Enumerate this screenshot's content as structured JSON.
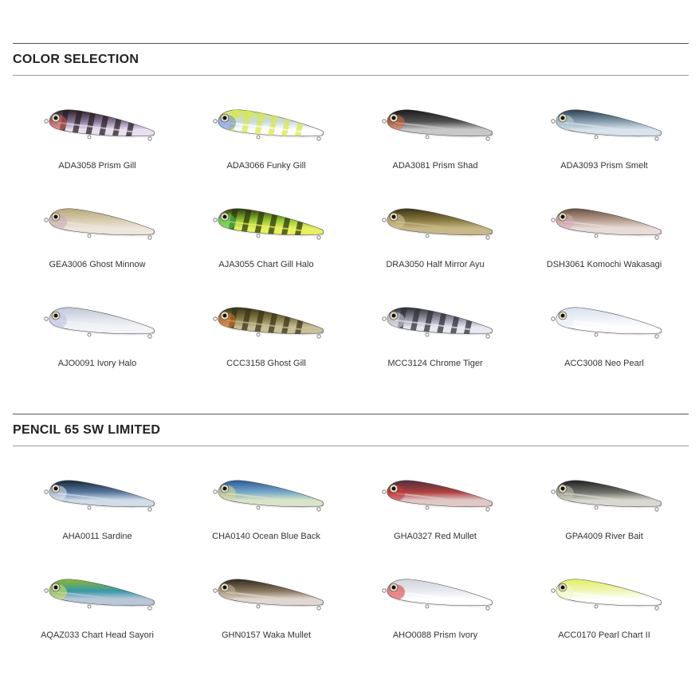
{
  "sections": [
    {
      "title": "COLOR SELECTION",
      "items": [
        {
          "code_name": "ADA3058 Prism Gill",
          "icon": "lure-icon",
          "colors": [
            "#2a1f24",
            "#8a7a9a",
            "#e8e0f0",
            "#d85a50"
          ],
          "bars": true
        },
        {
          "code_name": "ADA3066 Funky Gill",
          "icon": "lure-icon",
          "colors": [
            "#d8e848",
            "#c8d8e8",
            "#ffffff",
            "#6a8ad8"
          ],
          "bars": true
        },
        {
          "code_name": "ADA3081 Prism Shad",
          "icon": "lure-icon",
          "colors": [
            "#1a1a1a",
            "#505050",
            "#c8c8c8",
            "#e07040"
          ],
          "bars": false
        },
        {
          "code_name": "ADA3093 Prism Smelt",
          "icon": "lure-icon",
          "colors": [
            "#2a4050",
            "#8aa0b0",
            "#d8e4ec",
            "#c0d0dc"
          ],
          "bars": false
        },
        {
          "code_name": "GEA3006 Ghost Minnow",
          "icon": "lure-icon",
          "colors": [
            "#b8a878",
            "#d8ccb0",
            "#ece6dc",
            "#c8a8b8"
          ],
          "bars": false
        },
        {
          "code_name": "AJA3055 Chart Gill Halo",
          "icon": "lure-icon",
          "colors": [
            "#2a3a10",
            "#98c830",
            "#e8f060",
            "#48c868"
          ],
          "bars": true
        },
        {
          "code_name": "DRA3050 Half Mirror Ayu",
          "icon": "lure-icon",
          "colors": [
            "#3a3418",
            "#8a7a40",
            "#c8b888",
            "#d8c8a0"
          ],
          "bars": false
        },
        {
          "code_name": "DSH3061 Komochi Wakasagi",
          "icon": "lure-icon",
          "colors": [
            "#6a5040",
            "#b8a090",
            "#e8dcd8",
            "#d8a8b8"
          ],
          "bars": false
        },
        {
          "code_name": "AJO0091 Ivory Halo",
          "icon": "lure-icon",
          "colors": [
            "#c0c8d8",
            "#e0e4ec",
            "#f4f4f8",
            "#b8c0e0"
          ],
          "bars": false
        },
        {
          "code_name": "CCC3158 Ghost Gill",
          "icon": "lure-icon",
          "colors": [
            "#3a3418",
            "#888048",
            "#c8c098",
            "#e07030"
          ],
          "bars": true
        },
        {
          "code_name": "MCC3124 Chrome Tiger",
          "icon": "lure-icon",
          "colors": [
            "#303038",
            "#9898a8",
            "#e8e8f0",
            "#d8d8e0"
          ],
          "bars": true
        },
        {
          "code_name": "ACC3008 Neo Pearl",
          "icon": "lure-icon",
          "colors": [
            "#d8e0ec",
            "#eef2f8",
            "#ffffff",
            "#e8ecf4"
          ],
          "bars": false
        }
      ]
    },
    {
      "title": "PENCIL 65 SW LIMITED",
      "items": [
        {
          "code_name": "AHA0011 Sardine",
          "icon": "lure-icon",
          "colors": [
            "#18283a",
            "#5878a0",
            "#d0dce8",
            "#e8ecf0"
          ],
          "bars": false
        },
        {
          "code_name": "CHA0140 Ocean Blue Back",
          "icon": "lure-icon",
          "colors": [
            "#2a5a98",
            "#78a8c8",
            "#d8e4c8",
            "#e0d890"
          ],
          "bars": false
        },
        {
          "code_name": "GHA0327 Red Mullet",
          "icon": "lure-icon",
          "colors": [
            "#503040",
            "#b04040",
            "#e0c8c8",
            "#c83838"
          ],
          "bars": false
        },
        {
          "code_name": "GPA4009 River Bait",
          "icon": "lure-icon",
          "colors": [
            "#202020",
            "#707068",
            "#d8d8d0",
            "#c8c8b0"
          ],
          "bars": false
        },
        {
          "code_name": "AQAZ033 Chart Head Sayori",
          "icon": "lure-icon",
          "colors": [
            "#8ab830",
            "#3898a8",
            "#b8c8d8",
            "#d8e850"
          ],
          "bars": false
        },
        {
          "code_name": "GHN0157 Waka Mullet",
          "icon": "lure-icon",
          "colors": [
            "#302820",
            "#8a7860",
            "#e0d8d0",
            "#c8b8a0"
          ],
          "bars": false
        },
        {
          "code_name": "AHO0088 Prism Ivory",
          "icon": "lure-icon",
          "colors": [
            "#d0d4dc",
            "#e8eaf0",
            "#ffffff",
            "#d83030"
          ],
          "bars": false
        },
        {
          "code_name": "ACC0170 Pearl Chart II",
          "icon": "lure-icon",
          "colors": [
            "#e0f060",
            "#f0f6b8",
            "#ffffff",
            "#f0f8d0"
          ],
          "bars": false
        }
      ]
    }
  ]
}
